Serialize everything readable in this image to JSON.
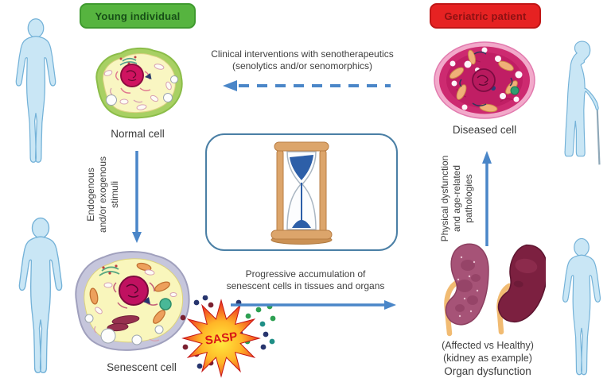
{
  "badges": {
    "young": "Young individual",
    "geriatric": "Geriatric patient"
  },
  "cells": {
    "normal_label": "Normal cell",
    "senescent_label": "Senescent cell",
    "diseased_label": "Diseased cell"
  },
  "arrows": {
    "clinical": {
      "line1": "Clinical interventions with senotherapeutics",
      "line2": "(senolytics and/or senomorphics)"
    },
    "stimuli": {
      "lines": [
        "Endogenous",
        "and/or exogenous",
        "stimuli"
      ]
    },
    "progressive": {
      "line1": "Progressive accumulation of",
      "line2": "senescent cells in tissues and organs"
    },
    "pathologies": {
      "lines": [
        "Physical dysfunction",
        "and age-related",
        "pathologies"
      ]
    }
  },
  "sasp": {
    "label": "SASP"
  },
  "organ": {
    "note_line1": "(Affected vs Healthy)",
    "note_line2": "(kidney as example)",
    "label": "Organ dysfunction"
  },
  "icons": {
    "hourglass": "hourglass-icon",
    "sasp_burst": "burst-icon",
    "young_person": "standing-person-icon",
    "elderly_person": "elderly-person-with-cane-icon",
    "kidneys": "kidney-pair-icon"
  },
  "colors": {
    "young_badge_bg": "#56b43f",
    "geriatric_badge_bg": "#e62222",
    "arrow_blue": "#4a86c8",
    "panel_border": "#4a7fa5",
    "silhouette_fill": "#c9e6f5",
    "silhouette_stroke": "#74b2d8",
    "sand_blue": "#2d5fa8",
    "sasp_red": "#e3181c",
    "text": "#3d3d3d"
  }
}
